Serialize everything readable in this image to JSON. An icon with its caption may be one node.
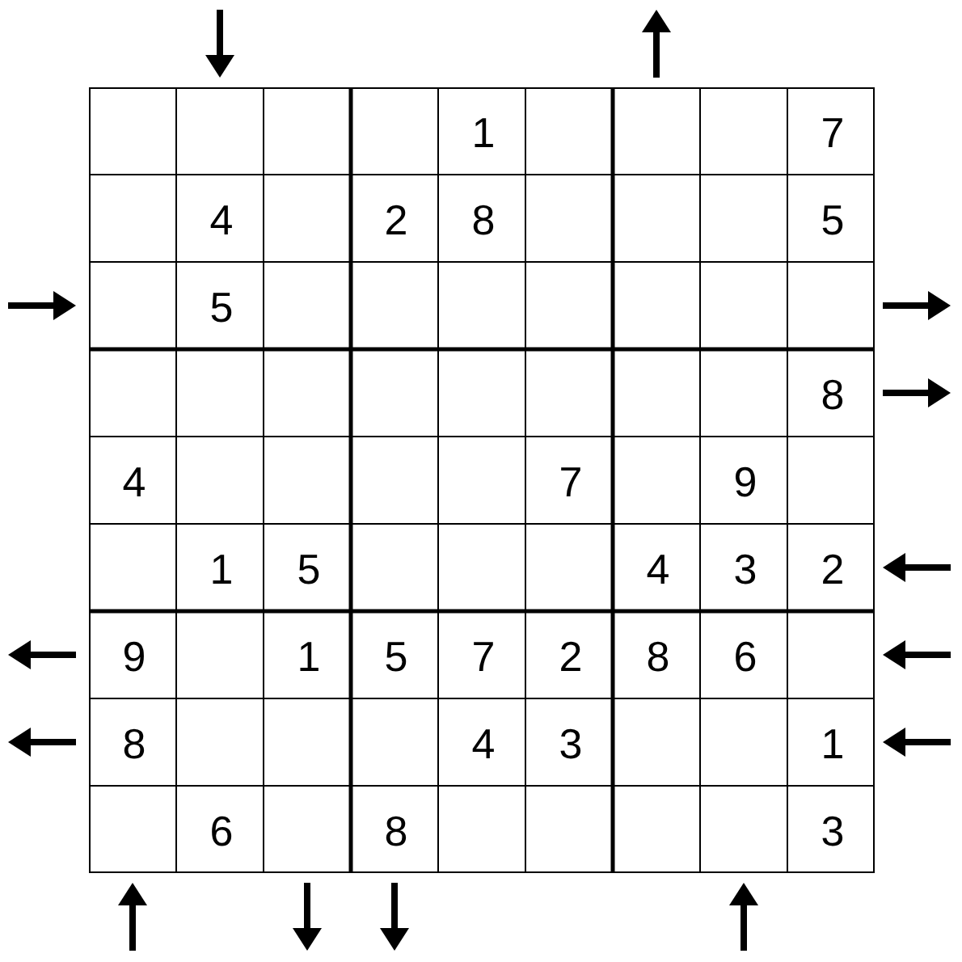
{
  "diagram": {
    "labels": [
      "1",
      "7",
      "4",
      "2",
      "8",
      "5",
      "5",
      "8",
      "4",
      "7",
      "9",
      "1",
      "5",
      "4",
      "3",
      "2",
      "9",
      "1",
      "5",
      "7",
      "2",
      "8",
      "6",
      "8",
      "4",
      "3",
      "1",
      "6",
      "8",
      "3"
    ]
  }
}
